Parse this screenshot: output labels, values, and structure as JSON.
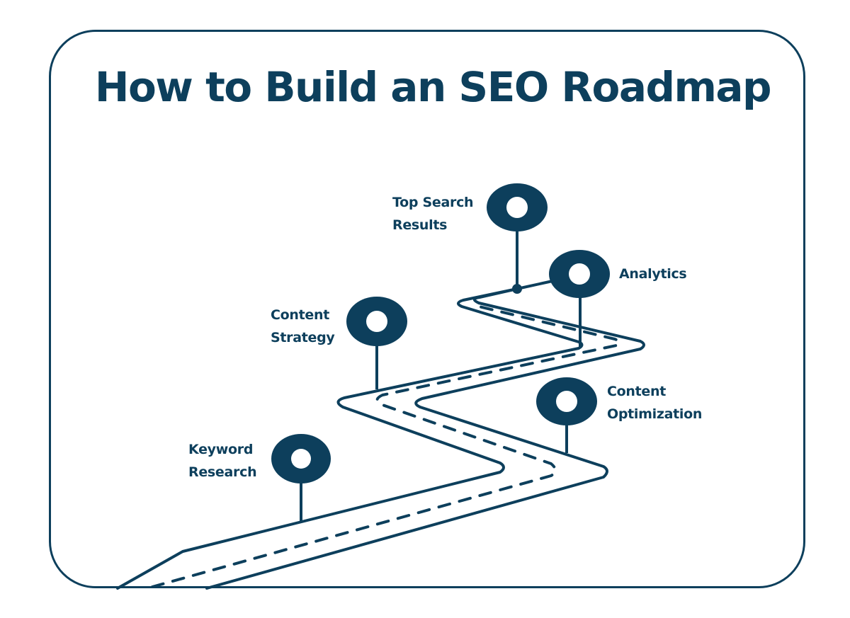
{
  "title": "How to Build an SEO Roadmap",
  "colors": {
    "primary": "#0d3f5c",
    "background": "#ffffff"
  },
  "milestones": [
    {
      "id": "keyword-research",
      "order": 1,
      "lines": [
        "Keyword",
        "Research"
      ],
      "icon": "map-pin-icon"
    },
    {
      "id": "content-strategy",
      "order": 2,
      "lines": [
        "Content",
        "Strategy"
      ],
      "icon": "map-pin-icon"
    },
    {
      "id": "content-optimization",
      "order": 3,
      "lines": [
        "Content",
        "Optimization"
      ],
      "icon": "map-pin-icon"
    },
    {
      "id": "analytics",
      "order": 4,
      "lines": [
        "Analytics"
      ],
      "icon": "map-pin-icon"
    },
    {
      "id": "top-search-results",
      "order": 5,
      "lines": [
        "Top Search",
        "Results"
      ],
      "icon": "map-pin-icon"
    }
  ]
}
